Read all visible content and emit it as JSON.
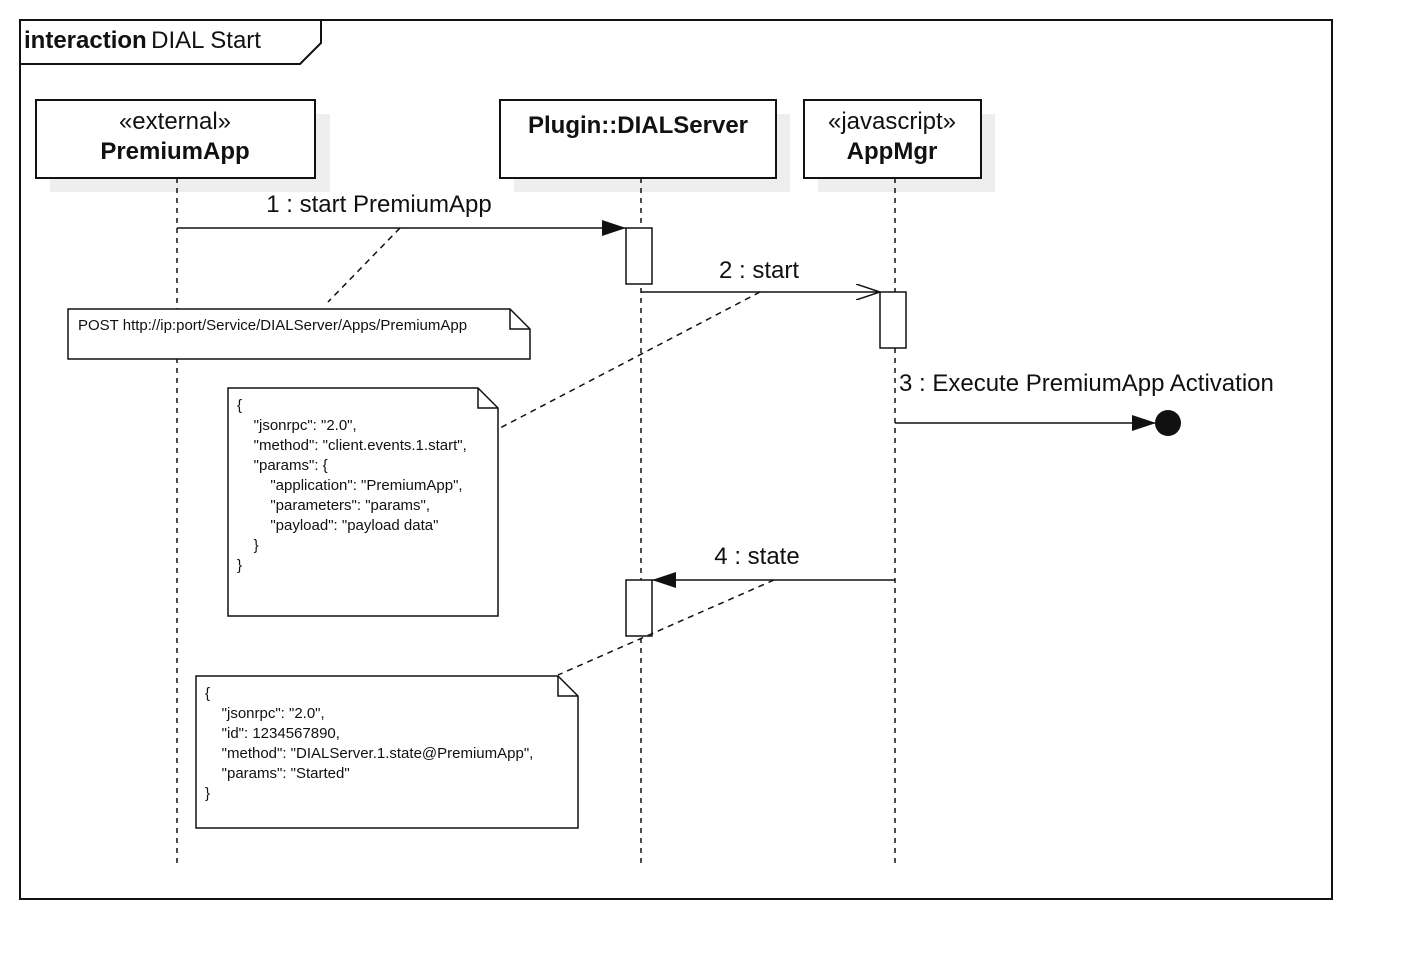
{
  "frame": {
    "keyword": "interaction",
    "name": "DIAL Start"
  },
  "lifelines": [
    {
      "id": "premiumapp",
      "stereotype": "«external»",
      "name": "PremiumApp"
    },
    {
      "id": "dialserver",
      "stereotype": "",
      "name": "Plugin::DIALServer"
    },
    {
      "id": "appmgr",
      "stereotype": "«javascript»",
      "name": "AppMgr"
    }
  ],
  "messages": [
    {
      "label": "1 : start PremiumApp",
      "from": "premiumapp",
      "to": "dialserver",
      "kind": "synchronous"
    },
    {
      "label": "2 : start",
      "from": "dialserver",
      "to": "appmgr",
      "kind": "asynchronous"
    },
    {
      "label": "3 : Execute PremiumApp Activation",
      "from": "appmgr",
      "to": "lost",
      "kind": "lost"
    },
    {
      "label": "4 : state",
      "from": "appmgr",
      "to": "dialserver",
      "kind": "synchronous"
    }
  ],
  "notes": [
    {
      "lines": [
        "POST http://ip:port/Service/DIALServer/Apps/PremiumApp"
      ]
    },
    {
      "lines": [
        "{",
        "    \"jsonrpc\": \"2.0\",",
        "    \"method\": \"client.events.1.start\",",
        "    \"params\": {",
        "        \"application\": \"PremiumApp\",",
        "        \"parameters\": \"params\",",
        "        \"payload\": \"payload data\"",
        "    }",
        "}"
      ]
    },
    {
      "lines": [
        "{",
        "    \"jsonrpc\": \"2.0\",",
        "    \"id\": 1234567890,",
        "    \"method\": \"DIALServer.1.state@PremiumApp\",",
        "    \"params\": \"Started\"",
        "}"
      ]
    }
  ],
  "colors": {
    "line": "#111111",
    "shadow": "#eeeeee",
    "background": "#ffffff"
  }
}
